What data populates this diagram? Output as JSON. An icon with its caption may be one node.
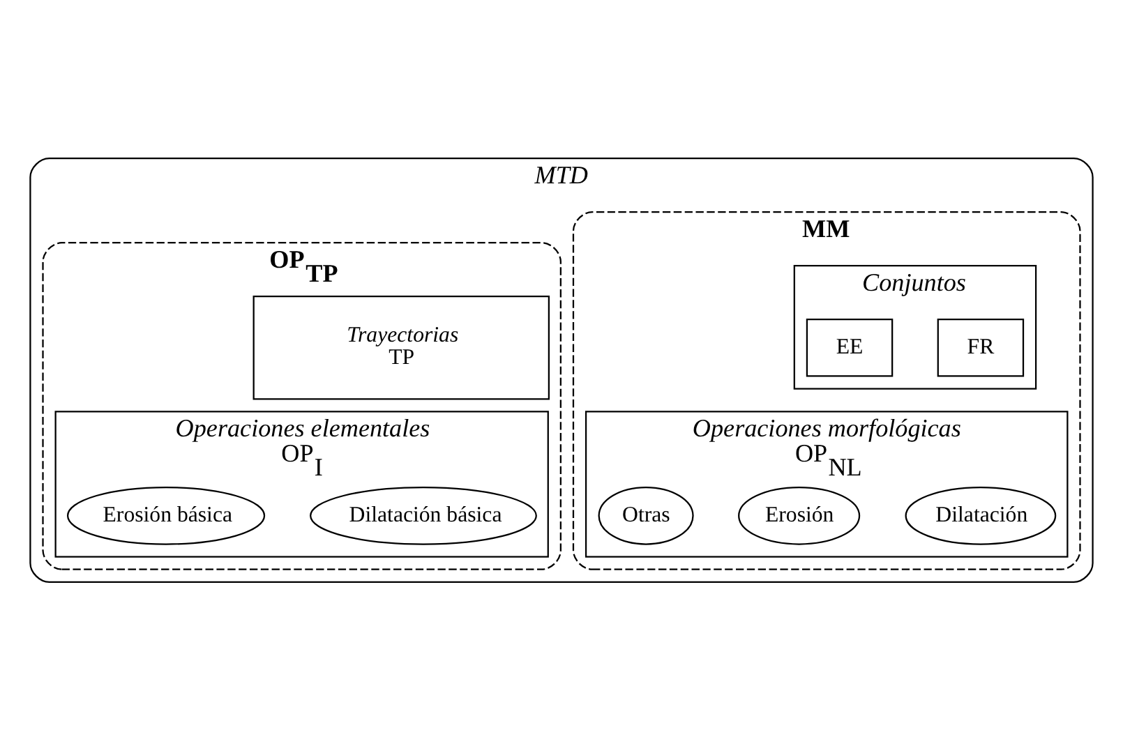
{
  "diagram": {
    "nodes": [
      {
        "text": [
          "MTD"
        ]
      },
      {
        "text": [
          "MM"
        ],
        "in": 0
      },
      {
        "text": [
          "Conjuntos"
        ],
        "in": 1
      },
      {
        "text": [
          "FR"
        ],
        "in": 2
      },
      {
        "text": [
          "EE"
        ],
        "in": 2
      },
      {
        "text": [
          "Operaciones morfológicas",
          "OP$_{NL}$"
        ],
        "in": 1
      },
      {
        "text": [
          "Dilatación"
        ],
        "in": 5
      },
      {
        "text": [
          "Erosión"
        ],
        "in": 5
      },
      {
        "text": [
          "Otras"
        ],
        "in": 5
      },
      {
        "text": [
          "OP$_{TP}$"
        ],
        "in": 0
      },
      {
        "text": [
          "Trayectorias",
          "TP"
        ],
        "in": 9
      },
      {
        "text": [
          "Operaciones elementales",
          "OP$_{I}$"
        ],
        "in": 9
      },
      {
        "text": [
          "Dilatación básica"
        ],
        "in": 11
      },
      {
        "text": [
          "Erosión básica"
        ],
        "in": 11
      }
    ]
  }
}
